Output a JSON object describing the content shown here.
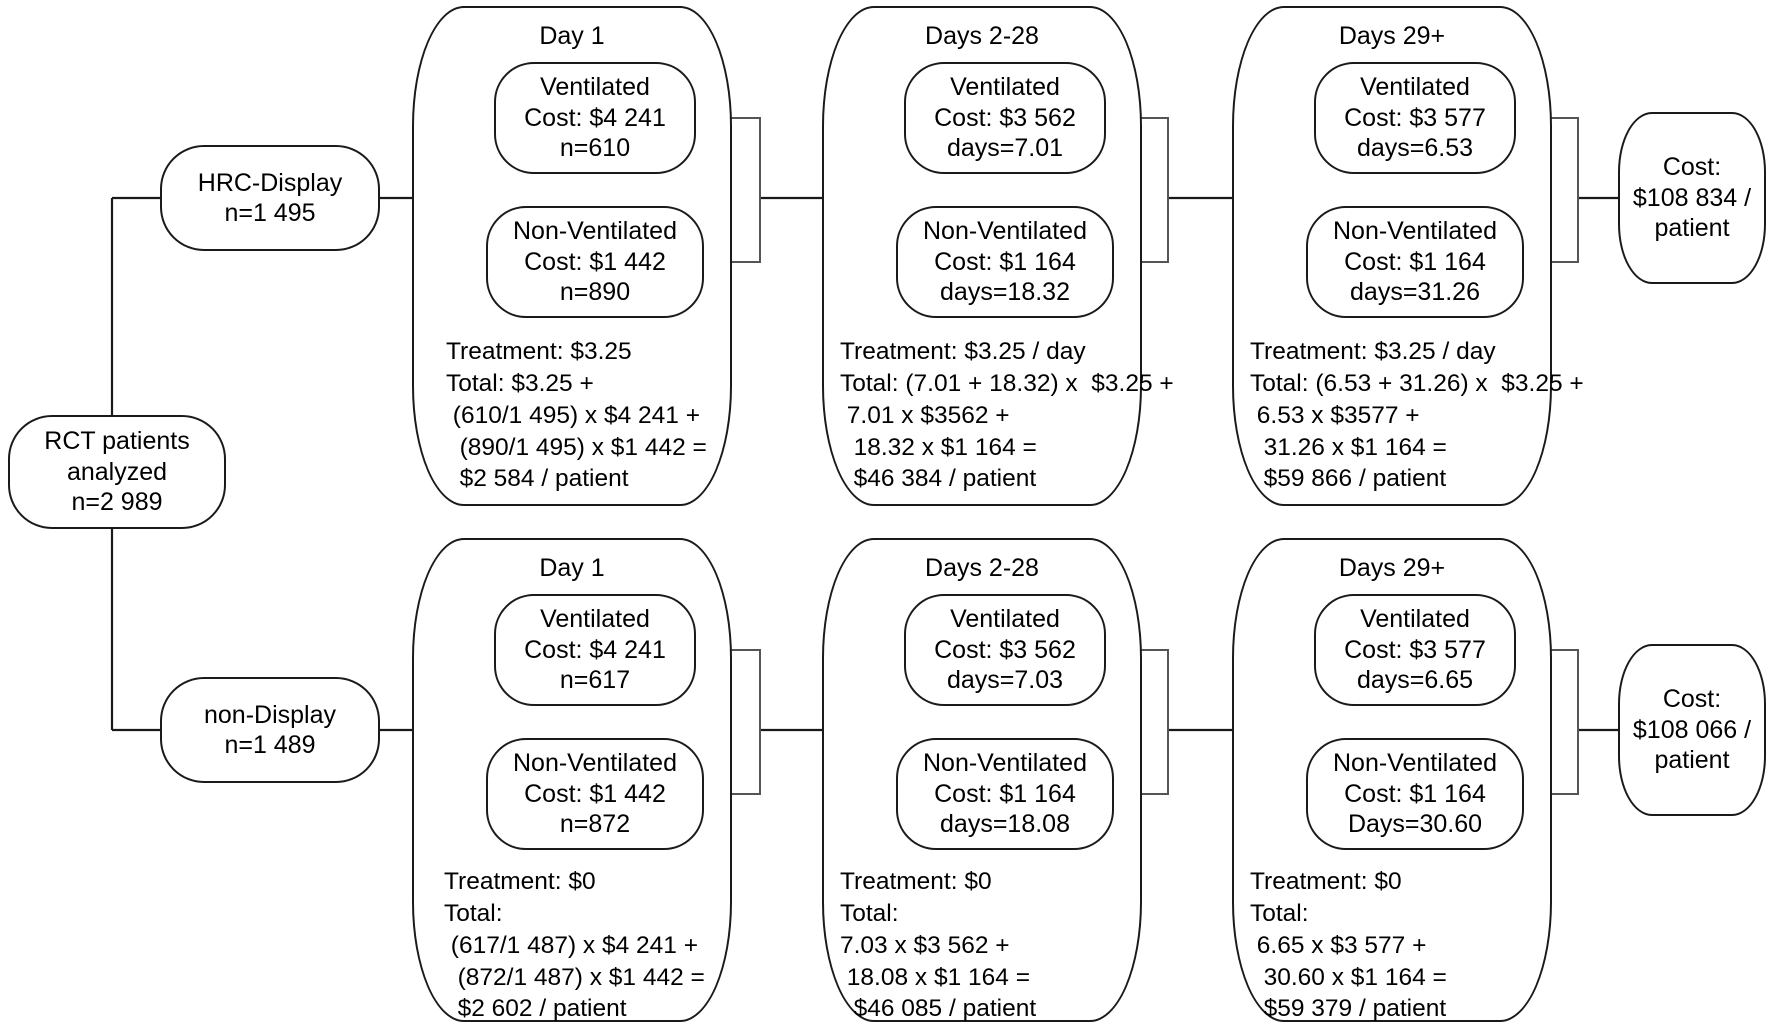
{
  "diagram": {
    "title": "Cost model decision tree",
    "line_color": "#1a1a1a",
    "connector_color": "#555555",
    "background": "#ffffff"
  },
  "root": {
    "line1": "RCT patients",
    "line2": "analyzed",
    "line3": "n=2 989"
  },
  "arms": [
    {
      "id": "hrc-display",
      "label_line1": "HRC-Display",
      "label_line2": "n=1 495",
      "stages": [
        {
          "id": "day-1",
          "title": "Day 1",
          "ventilated": {
            "line1": "Ventilated",
            "line2": "Cost: $4 241",
            "line3": "n=610"
          },
          "non_ventilated": {
            "line1": "Non-Ventilated",
            "line2": "Cost: $1 442",
            "line3": "n=890"
          },
          "formula": [
            "Treatment: $3.25",
            "Total: $3.25 +",
            " (610/1 495) x $4 241 +",
            "  (890/1 495) x $1 442 =",
            "  $2 584 / patient"
          ]
        },
        {
          "id": "days-2-28",
          "title": "Days 2-28",
          "ventilated": {
            "line1": "Ventilated",
            "line2": "Cost: $3 562",
            "line3": "days=7.01"
          },
          "non_ventilated": {
            "line1": "Non-Ventilated",
            "line2": "Cost: $1 164",
            "line3": "days=18.32"
          },
          "formula": [
            "Treatment: $3.25 / day",
            "Total: (7.01 + 18.32) x  $3.25 +",
            " 7.01 x $3562 +",
            "  18.32 x $1 164 =",
            "  $46 384 / patient"
          ]
        },
        {
          "id": "days-29-plus",
          "title": "Days 29+",
          "ventilated": {
            "line1": "Ventilated",
            "line2": "Cost: $3 577",
            "line3": "days=6.53"
          },
          "non_ventilated": {
            "line1": "Non-Ventilated",
            "line2": "Cost: $1 164",
            "line3": "days=31.26"
          },
          "formula": [
            "Treatment: $3.25 / day",
            "Total: (6.53 + 31.26) x  $3.25 +",
            " 6.53 x $3577 +",
            "  31.26 x $1 164 =",
            "  $59 866 / patient"
          ]
        }
      ],
      "total": {
        "line1": "Cost:",
        "line2": "$108 834 /",
        "line3": "patient"
      }
    },
    {
      "id": "non-display",
      "label_line1": "non-Display",
      "label_line2": "n=1 489",
      "stages": [
        {
          "id": "day-1",
          "title": "Day 1",
          "ventilated": {
            "line1": "Ventilated",
            "line2": "Cost: $4 241",
            "line3": "n=617"
          },
          "non_ventilated": {
            "line1": "Non-Ventilated",
            "line2": "Cost: $1 442",
            "line3": "n=872"
          },
          "formula": [
            "Treatment: $0",
            "Total:",
            " (617/1 487) x $4 241 +",
            "  (872/1 487) x $1 442 =",
            "  $2 602 / patient"
          ]
        },
        {
          "id": "days-2-28",
          "title": "Days 2-28",
          "ventilated": {
            "line1": "Ventilated",
            "line2": "Cost: $3 562",
            "line3": "days=7.03"
          },
          "non_ventilated": {
            "line1": "Non-Ventilated",
            "line2": "Cost: $1 164",
            "line3": "days=18.08"
          },
          "formula": [
            "Treatment: $0",
            "Total:",
            "7.03 x $3 562 +",
            " 18.08 x $1 164 =",
            "  $46 085 / patient"
          ]
        },
        {
          "id": "days-29-plus",
          "title": "Days 29+",
          "ventilated": {
            "line1": "Ventilated",
            "line2": "Cost: $3 577",
            "line3": "days=6.65"
          },
          "non_ventilated": {
            "line1": "Non-Ventilated",
            "line2": "Cost: $1 164",
            "line3": "Days=30.60"
          },
          "formula": [
            "Treatment: $0",
            "Total:",
            " 6.65 x $3 577 +",
            "  30.60 x $1 164 =",
            "  $59 379 / patient"
          ]
        }
      ],
      "total": {
        "line1": "Cost:",
        "line2": "$108 066 /",
        "line3": "patient"
      }
    }
  ]
}
